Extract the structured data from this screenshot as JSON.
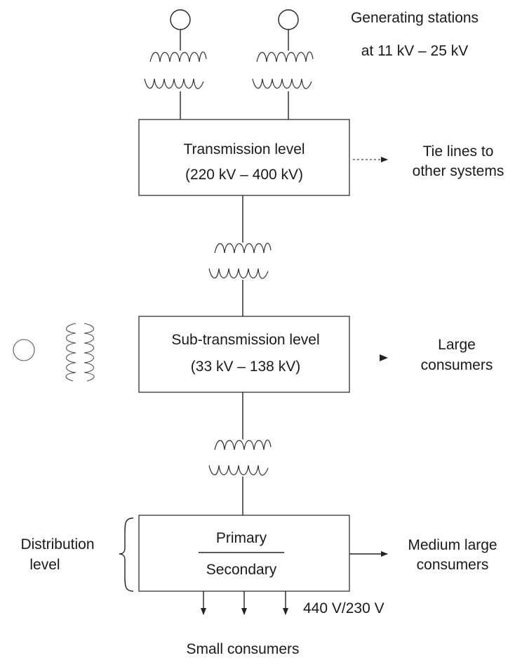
{
  "generation": {
    "label_line1": "Generating stations",
    "label_line2": "at 11 kV – 25 kV"
  },
  "transmission": {
    "title": "Transmission level",
    "range": "(220 kV – 400 kV)",
    "tie_line1": "Tie lines to",
    "tie_line2": "other systems"
  },
  "subtransmission": {
    "title": "Sub-transmission level",
    "range": "(33 kV – 138 kV)",
    "out_line1": "Large",
    "out_line2": "consumers"
  },
  "distribution": {
    "side_line1": "Distribution",
    "side_line2": "level",
    "primary": "Primary",
    "secondary": "Secondary",
    "out_line1": "Medium large",
    "out_line2": "consumers",
    "voltage": "440 V/230 V",
    "small": "Small consumers"
  },
  "colors": {
    "ink": "#222222",
    "background": "#ffffff"
  }
}
